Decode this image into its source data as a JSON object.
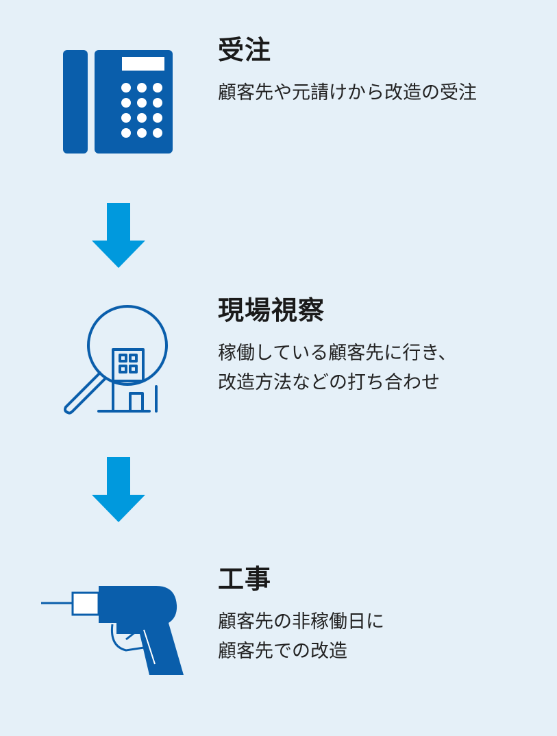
{
  "colors": {
    "background": "#e5f0f8",
    "icon_blue": "#0a5eab",
    "arrow_blue": "#0099dd",
    "text": "#1a1a1a"
  },
  "steps": [
    {
      "icon": "telephone-icon",
      "title": "受注",
      "desc": [
        "顧客先や元請けから改造の受注"
      ]
    },
    {
      "icon": "magnifier-building-icon",
      "title": "現場視察",
      "desc": [
        "稼働している顧客先に行き、",
        "改造方法などの打ち合わせ"
      ]
    },
    {
      "icon": "drill-icon",
      "title": "工事",
      "desc": [
        "顧客先の非稼働日に",
        "顧客先での改造"
      ]
    }
  ],
  "arrows": [
    "arrow-down-icon",
    "arrow-down-icon"
  ]
}
